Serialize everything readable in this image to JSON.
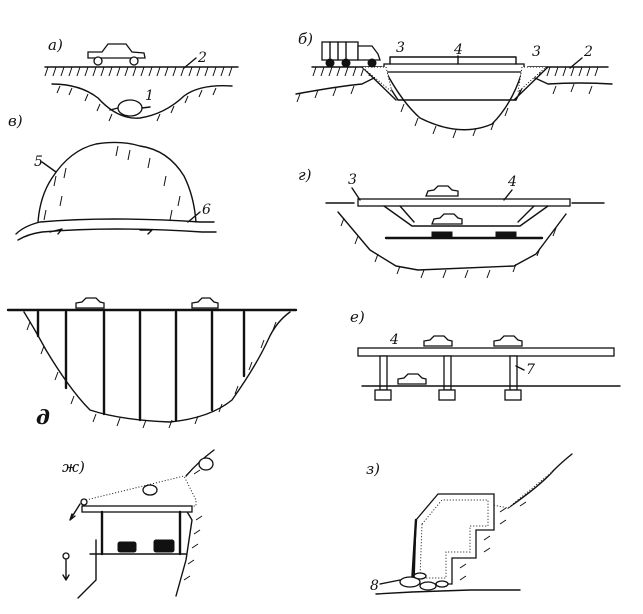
{
  "panels": {
    "a": {
      "letter": "а)",
      "numbers": [
        "2",
        "1"
      ]
    },
    "b": {
      "letter": "б)",
      "numbers": [
        "3",
        "4",
        "3",
        "2"
      ]
    },
    "v": {
      "letter": "в)",
      "numbers": [
        "5",
        "6"
      ]
    },
    "g": {
      "letter": "г)",
      "numbers": [
        "3",
        "4"
      ]
    },
    "d": {
      "letter": "д"
    },
    "e": {
      "letter": "е)",
      "numbers": [
        "4",
        "7"
      ]
    },
    "zh": {
      "letter": "ж)"
    },
    "z": {
      "letter": "з)",
      "numbers": [
        "8"
      ]
    }
  }
}
